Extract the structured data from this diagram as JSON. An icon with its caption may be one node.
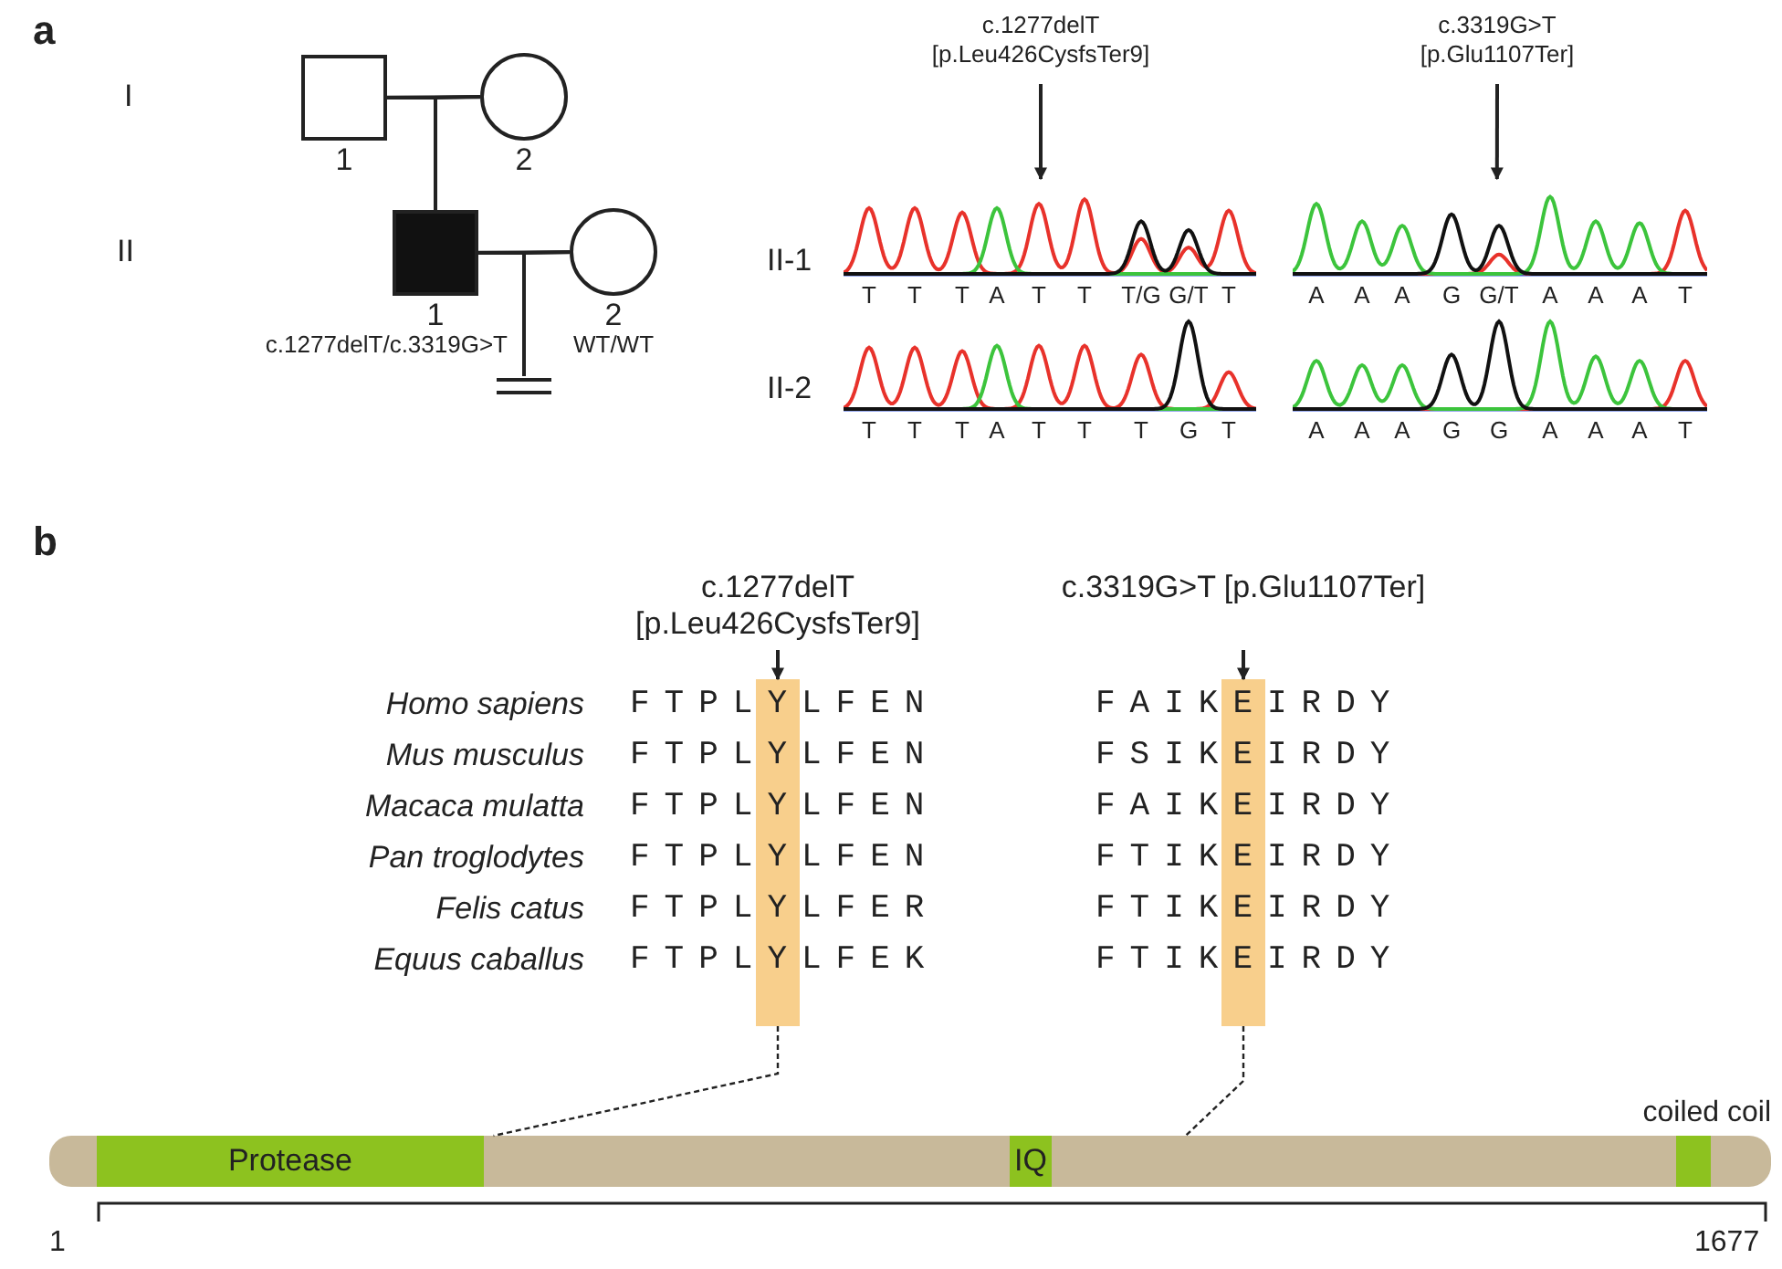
{
  "diagram": {
    "nodes": [
      {
        "text": [
          "1"
        ]
      },
      {
        "text": [
          "2"
        ]
      },
      {
        "text": [
          "1",
          "c.1277delT/c.3319G>T"
        ]
      },
      {
        "text": [
          "2",
          "WT/WT"
        ]
      },
      {
        "text": [],
        "shape": "bar"
      },
      {
        "text": [
          "c.1277delT [p.Leu426CysfsTer9]"
        ]
      },
      {
        "text": [
          "c.3319G>T [p.Glu1107Ter]"
        ]
      },
      {
        "text": [],
        "shape": "picture",
        "beside": [
          "T",
          "T",
          "T",
          "A",
          "T",
          "T",
          "T/G",
          "G/T",
          "T"
        ]
      },
      {
        "text": [],
        "shape": "picture",
        "beside": [
          "A",
          "A",
          "A",
          "G",
          "G/T",
          "A",
          "A",
          "A",
          "T"
        ]
      },
      {
        "text": [],
        "shape": "picture",
        "beside": [
          "T",
          "T",
          "T",
          "A",
          "T",
          "T",
          "T",
          "G",
          "T"
        ]
      },
      {
        "text": [],
        "shape": "picture",
        "beside": [
          "A",
          "A",
          "A",
          "G",
          "G",
          "A",
          "A",
          "A",
          "T"
        ]
      },
      {
        "text": [
          "c.1277delT [p.Leu426CysfsTer9]"
        ]
      },
      {
        "text": [
          "c.3319G>T [p.Glu1107Ter]"
        ]
      },
      {
        "text": [],
        "shape": "box"
      },
      {
        "text": [],
        "shape": "box"
      },
      {
        "text": [],
        "shape": "bar"
      },
      {
        "text": [
          "Protease"
        ],
        "in": 15
      },
      {
        "text": [
          "IQ"
        ],
        "in": 15
      },
      {
        "text": [
          "coiled coil"
        ],
        "in": 15
      }
    ],
    "edges": [
      {
        "from": 0,
        "to": 1,
        "arrow": "none"
      },
      {
        "from": 0,
        "to": 2,
        "arrow": "none"
      },
      {
        "from": 1,
        "to": 2,
        "arrow": "none"
      },
      {
        "from": 2,
        "to": 3,
        "arrow": "none"
      },
      {
        "from": 2,
        "to": 4,
        "arrow": "none"
      },
      {
        "from": 3,
        "to": 4,
        "arrow": "none"
      },
      {
        "from": 5,
        "to": 7,
        "arrow": "to"
      },
      {
        "from": 6,
        "to": 8,
        "arrow": "to"
      },
      {
        "from": 11,
        "to": 13,
        "arrow": "to"
      },
      {
        "from": 12,
        "to": 14,
        "arrow": "to"
      },
      {
        "from": 13,
        "to": 15,
        "arrow": "none",
        "style": "dashed"
      },
      {
        "from": 14,
        "to": 15,
        "arrow": "none",
        "style": "dashed"
      }
    ],
    "labels": [
      "a",
      "I",
      "II",
      "II-1",
      "II-2",
      "b",
      "Homo sapiens",
      "FTPLYLFEN",
      "FAIKEIRDY",
      "Mus musculus",
      "FTPLYLFEN",
      "FSIKEIRDY",
      "Macaca mulatta",
      "FTPLYLFEN",
      "FAIKEIRDY",
      "Pan troglodytes",
      "FTPLYLFEN",
      "FTIKEIRDY",
      "Felis catus",
      "FTPLYLFER",
      "FTIKEIRDY",
      "Equus caballus",
      "FTPLYLFEK",
      "FTIKEIRDY",
      "1",
      "1677"
    ]
  }
}
